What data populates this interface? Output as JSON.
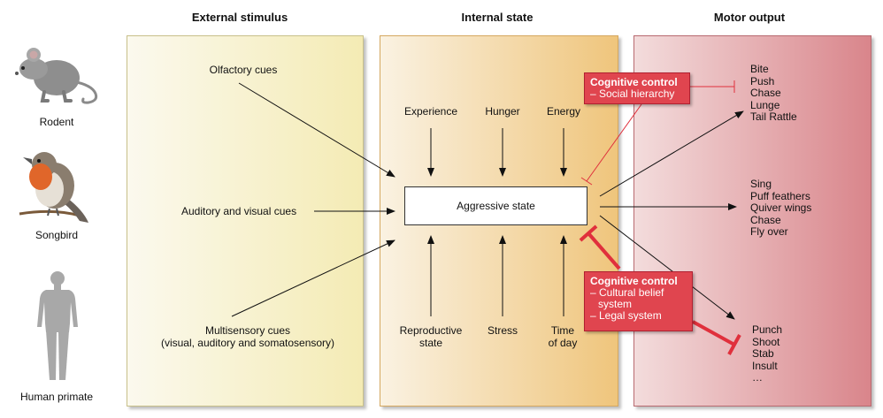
{
  "columns": {
    "external": "External stimulus",
    "internal": "Internal state",
    "motor": "Motor output"
  },
  "animals": {
    "rodent": "Rodent",
    "songbird": "Songbird",
    "human": "Human primate"
  },
  "external_cues": {
    "olfactory": "Olfactory cues",
    "auditory_visual": "Auditory and visual cues",
    "multisensory_line1": "Multisensory cues",
    "multisensory_line2": "(visual, auditory  and somatosensory)"
  },
  "internal_factors": {
    "experience": "Experience",
    "hunger": "Hunger",
    "energy": "Energy",
    "reproductive_line1": "Reproductive",
    "reproductive_line2": "state",
    "stress": "Stress",
    "time_line1": "Time",
    "time_line2": "of day",
    "aggressive_state": "Aggressive state"
  },
  "cognitive_control_top": {
    "title": "Cognitive control",
    "item1": "– Social hierarchy"
  },
  "cognitive_control_bottom": {
    "title": "Cognitive control",
    "item1": "– Cultural belief",
    "item1_cont": "system",
    "item2": "– Legal system"
  },
  "outputs": {
    "rodent": [
      "Bite",
      "Push",
      "Chase",
      "Lunge",
      "Tail Rattle"
    ],
    "songbird": [
      "Sing",
      "Puff feathers",
      "Quiver wings",
      "Chase",
      "Fly over"
    ],
    "human": [
      "Punch",
      "Shoot",
      "Stab",
      "Insult",
      "…"
    ]
  },
  "colors": {
    "external_panel_left": "#fbf9ee",
    "external_panel_right": "#f4ebb4",
    "internal_panel_left": "#faf2e2",
    "internal_panel_right": "#efc57c",
    "motor_panel_left": "#f3dcdc",
    "motor_panel_right": "#d9858b",
    "inhibition_red": "#e0303c"
  }
}
